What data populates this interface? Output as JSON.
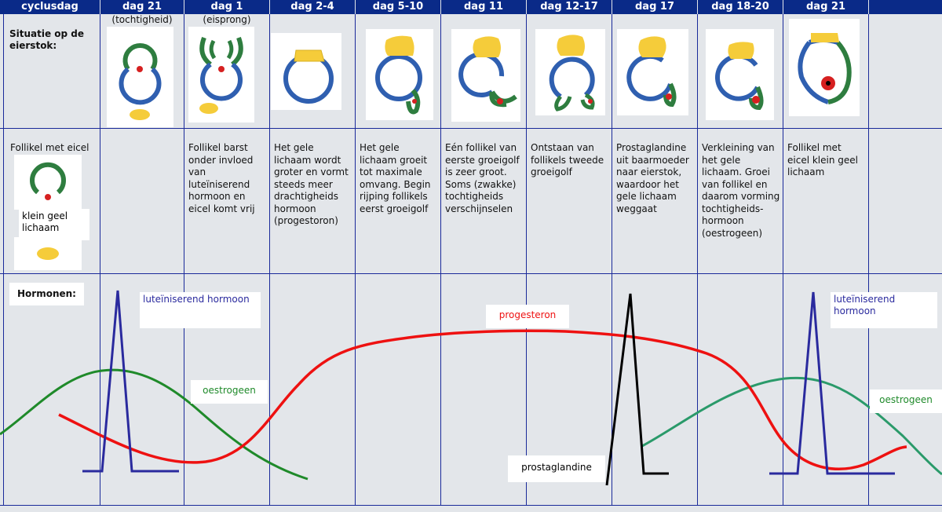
{
  "header": {
    "cols": [
      {
        "label": "cyclusdag"
      },
      {
        "label": "dag 21",
        "sub": "(tochtigheid)"
      },
      {
        "label": "dag 1",
        "sub": "(eisprong)"
      },
      {
        "label": "dag 2-4"
      },
      {
        "label": "dag 5-10"
      },
      {
        "label": "dag 11"
      },
      {
        "label": "dag 12-17"
      },
      {
        "label": "dag 17"
      },
      {
        "label": "dag 18-20"
      },
      {
        "label": "dag 21"
      },
      {
        "label": ""
      }
    ]
  },
  "rows": {
    "situatie": "Situatie op de eierstok:",
    "hormonen": "Hormonen:"
  },
  "legend": {
    "follikel": "Follikel met eicel",
    "geel": "klein geel lichaam"
  },
  "descriptions": [
    "Follikel barst onder invloed van luteïniserend hormoon en eicel komt vrij",
    "Het gele lichaam wordt groter en vormt steeds meer drachtigheids hormoon (progestoron)",
    "Het gele lichaam groeit tot maximale omvang. Begin rijping follikels eerst groeigolf",
    "Eén follikel van eerste groeigolf is zeer groot. Soms (zwakke) tochtigheids verschijnselen",
    "Ontstaan van follikels tweede groeigolf",
    "Prostaglandine uit baarmoeder naar eierstok, waardoor het gele lichaam weggaat",
    "Verkleining van het gele lichaam. Groei van follikel en daarom vorming tochtigheids-hormoon (oestrogeen)",
    "Follikel met eicel klein geel lichaam"
  ],
  "hormone_labels": {
    "lh1": "luteïniserend hormoon",
    "lh2": "luteïniserend hormoon",
    "progesteron": "progesteron",
    "oestrogeen1": "oestrogeen",
    "oestrogeen2": "oestrogeen",
    "prostaglandine": "prostaglandine"
  },
  "colors": {
    "header_bg": "#0a2a88",
    "grid": "#1a2a9a",
    "lh": "#2a2a9e",
    "progesteron": "#ee1111",
    "oestrogeen1": "#1f8a2a",
    "oestrogeen2": "#2a9a6a",
    "prostaglandine": "#000000",
    "corpus": "#f5cc3a",
    "follicle_blue": "#2f5fb0",
    "follicle_green": "#2e7d3f",
    "egg": "#d62020"
  }
}
